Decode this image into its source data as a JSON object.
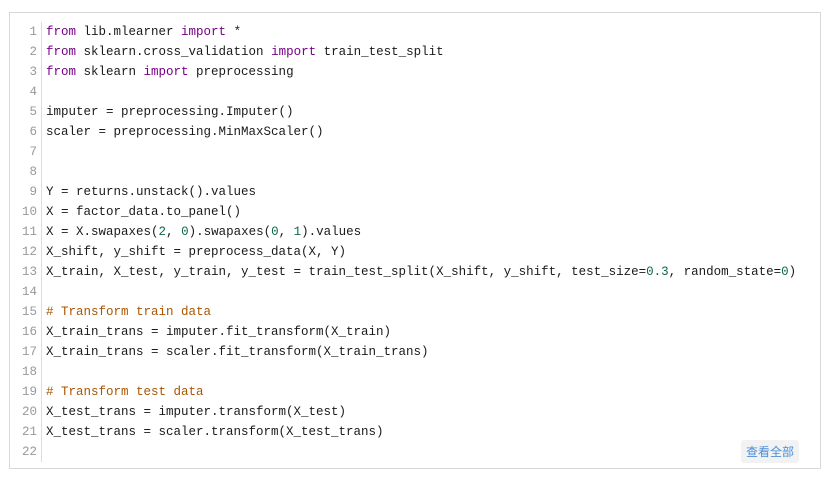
{
  "code_lines": [
    [
      [
        "kw",
        "from"
      ],
      [
        "t",
        " lib.mlearner "
      ],
      [
        "kw",
        "import"
      ],
      [
        "t",
        " *"
      ]
    ],
    [
      [
        "kw",
        "from"
      ],
      [
        "t",
        " sklearn.cross_validation "
      ],
      [
        "kw",
        "import"
      ],
      [
        "t",
        " train_test_split"
      ]
    ],
    [
      [
        "kw",
        "from"
      ],
      [
        "t",
        " sklearn "
      ],
      [
        "kw",
        "import"
      ],
      [
        "t",
        " preprocessing"
      ]
    ],
    [],
    [
      [
        "t",
        "imputer = preprocessing.Imputer()"
      ]
    ],
    [
      [
        "t",
        "scaler = preprocessing.MinMaxScaler()"
      ]
    ],
    [],
    [],
    [
      [
        "t",
        "Y = returns.unstack().values"
      ]
    ],
    [
      [
        "t",
        "X = factor_data.to_panel()"
      ]
    ],
    [
      [
        "t",
        "X = X.swapaxes("
      ],
      [
        "num",
        "2"
      ],
      [
        "t",
        ", "
      ],
      [
        "num",
        "0"
      ],
      [
        "t",
        ").swapaxes("
      ],
      [
        "num",
        "0"
      ],
      [
        "t",
        ", "
      ],
      [
        "num",
        "1"
      ],
      [
        "t",
        ").values"
      ]
    ],
    [
      [
        "t",
        "X_shift, y_shift = preprocess_data(X, Y)"
      ]
    ],
    [
      [
        "t",
        "X_train, X_test, y_train, y_test = train_test_split(X_shift, y_shift, test_size="
      ],
      [
        "num",
        "0.3"
      ],
      [
        "t",
        ", random_state="
      ],
      [
        "num",
        "0"
      ],
      [
        "t",
        ")"
      ]
    ],
    [],
    [
      [
        "cm",
        "# Transform train data"
      ]
    ],
    [
      [
        "t",
        "X_train_trans = imputer.fit_transform(X_train)"
      ]
    ],
    [
      [
        "t",
        "X_train_trans = scaler.fit_transform(X_train_trans)"
      ]
    ],
    [],
    [
      [
        "cm",
        "# Transform test data"
      ]
    ],
    [
      [
        "t",
        "X_test_trans = imputer.transform(X_test)"
      ]
    ],
    [
      [
        "t",
        "X_test_trans = scaler.transform(X_test_trans)"
      ]
    ],
    []
  ],
  "view_all_label": "查看全部"
}
